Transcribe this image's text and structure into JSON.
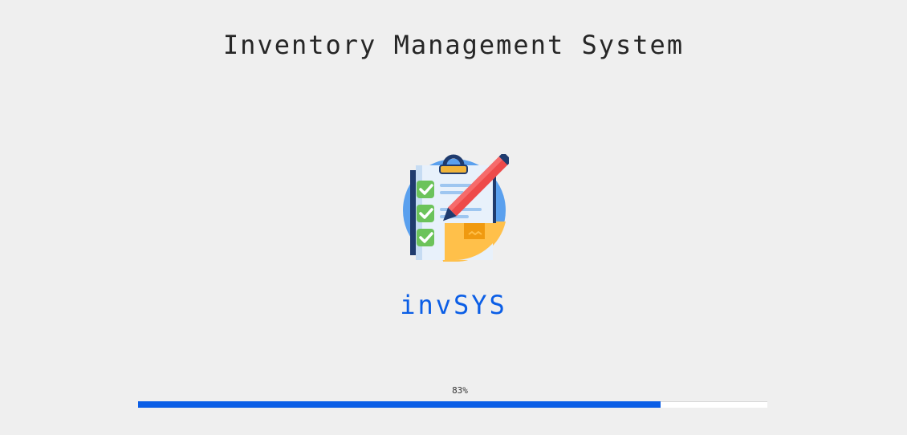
{
  "window": {
    "title": "Inventory Management System"
  },
  "logo": {
    "icon": "clipboard-checklist-pencil-box-icon",
    "brand_name": "invSYS",
    "brand_color": "#0b5ee6"
  },
  "progress": {
    "value": 0.83,
    "label": "83%",
    "fill_color": "#0b5ee6",
    "track_color": "#ffffff"
  }
}
